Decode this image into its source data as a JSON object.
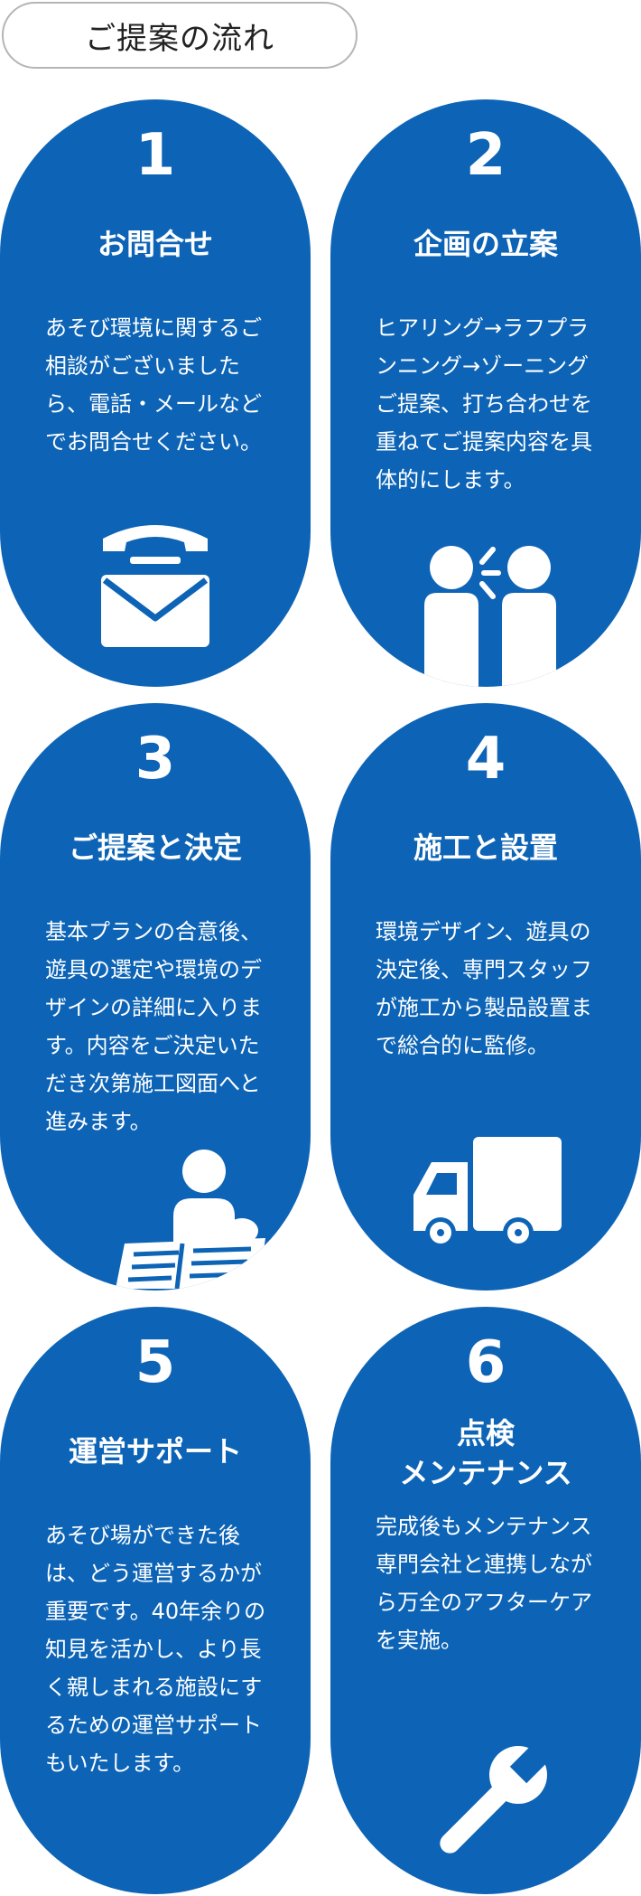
{
  "heading": "ご提案の流れ",
  "steps": [
    {
      "number": "1",
      "title": "お問合せ",
      "description": "あそび環境に関するご相談がございましたら、電話・メールなどでお問合せください。",
      "icon": "phone-envelope-icon"
    },
    {
      "number": "2",
      "title": "企画の立案",
      "description": "ヒアリング→ラフプランニング→ゾーニングご提案、打ち合わせを重ねてご提案内容を具体的にします。",
      "icon": "consultation-icon"
    },
    {
      "number": "3",
      "title": "ご提案と決定",
      "description": "基本プランの合意後、遊具の選定や環境のデザインの詳細に入ります。内容をご決定いただき次第施工図面へと進みます。",
      "icon": "blueprint-decision-icon"
    },
    {
      "number": "4",
      "title": "施工と設置",
      "description": "環境デザイン、遊具の決定後、専門スタッフが施工から製品設置まで総合的に監修。",
      "icon": "truck-icon"
    },
    {
      "number": "5",
      "title": "運営サポート",
      "description": "あそび場ができた後は、どう運営するかが重要です。40年余りの知見を活かし、より長く親しまれる施設にするための運営サポートもいたします。",
      "icon": "none"
    },
    {
      "number": "6",
      "title": "点検\nメンテナンス",
      "description": "完成後もメンテナンス専門会社と連携しながら万全のアフターケアを実施。",
      "icon": "wrench-icon"
    }
  ],
  "colors": {
    "card_blue": "#0d64b6",
    "heading_border": "#b5b5b5"
  }
}
